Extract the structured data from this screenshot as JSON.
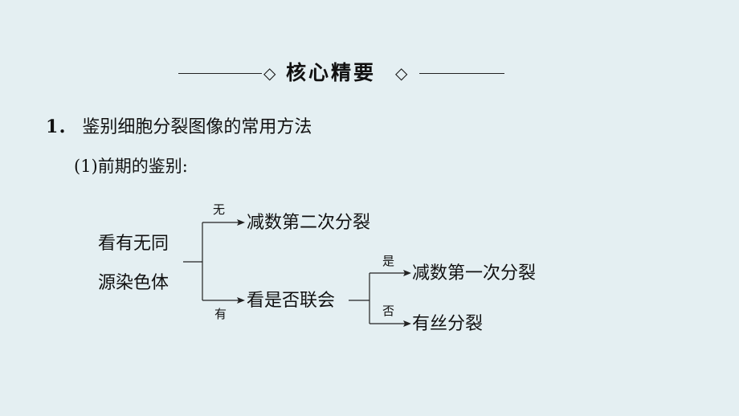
{
  "banner": {
    "title": "核心精要",
    "left_symbol": "◇",
    "right_symbol": "◇"
  },
  "section": {
    "number": "1．",
    "title": "鉴别细胞分裂图像的常用方法"
  },
  "subsection": {
    "label": "(1)前期的鉴别:"
  },
  "flowchart": {
    "root_line1": "看有无同",
    "root_line2": "源染色体",
    "branch_none_label": "无",
    "branch_none_result": "减数第二次分裂",
    "branch_has_label": "有",
    "branch_has_node": "看是否联会",
    "branch_yes_label": "是",
    "branch_yes_result": "减数第一次分裂",
    "branch_no_label": "否",
    "branch_no_result": "有丝分裂"
  }
}
